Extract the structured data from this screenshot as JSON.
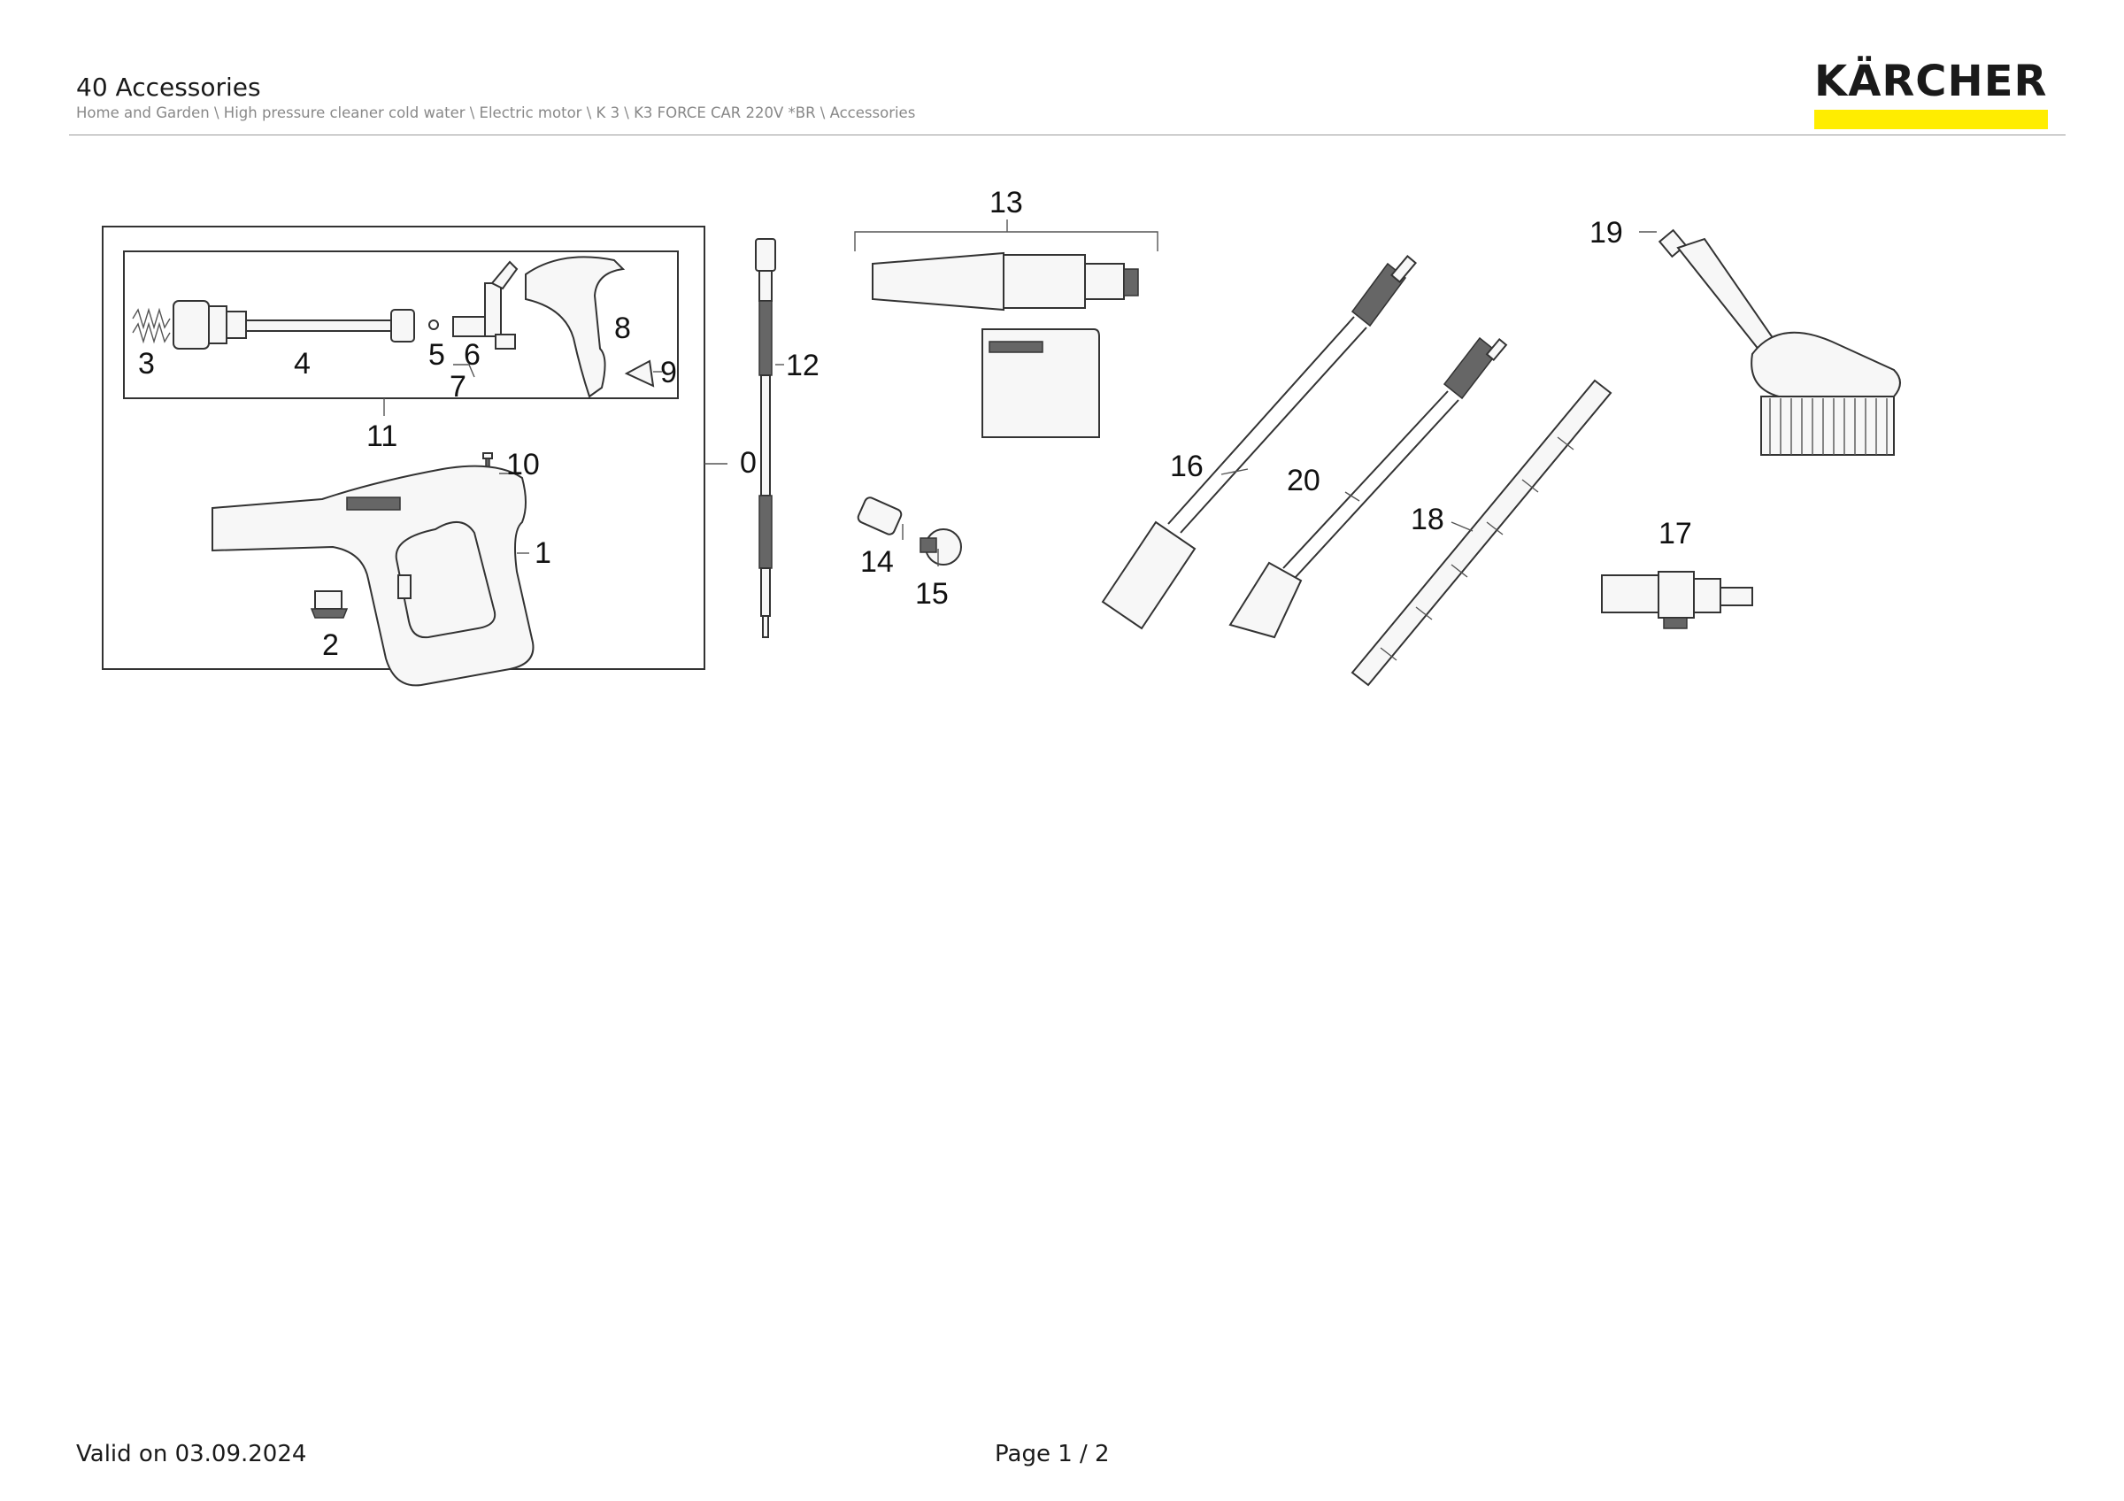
{
  "header": {
    "title": "40 Accessories",
    "breadcrumb": "Home and Garden \\ High pressure cleaner cold water \\ Electric motor \\ K 3 \\ K3 FORCE CAR 220V *BR \\ Accessories",
    "logo_text": "KÄRCHER",
    "brand_color": "#ffed00"
  },
  "diagram": {
    "labels": {
      "p0": "0",
      "p1": "1",
      "p2": "2",
      "p3": "3",
      "p4": "4",
      "p5": "5",
      "p6": "6",
      "p7": "7",
      "p8": "8",
      "p9": "9",
      "p10": "10",
      "p11": "11",
      "p12": "12",
      "p13": "13",
      "p14": "14",
      "p15": "15",
      "p16": "16",
      "p17": "17",
      "p18": "18",
      "p19": "19",
      "p20": "20"
    }
  },
  "footer": {
    "valid": "Valid on 03.09.2024",
    "page": "Page 1 / 2"
  }
}
